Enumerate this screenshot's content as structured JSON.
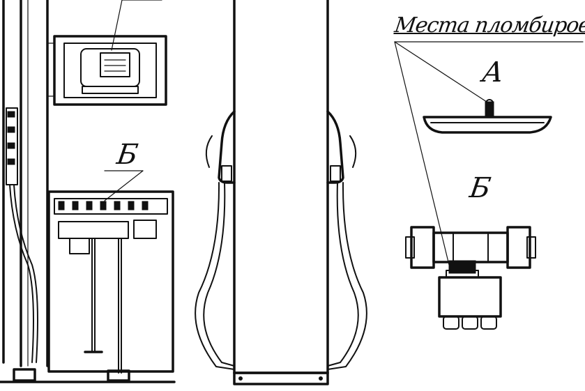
{
  "caption": "Места пломбировки",
  "labels": {
    "mark_a": "А",
    "mark_b_left": "Б",
    "mark_b_right": "Б"
  },
  "colors": {
    "ink": "#111111",
    "paper": "#ffffff"
  }
}
